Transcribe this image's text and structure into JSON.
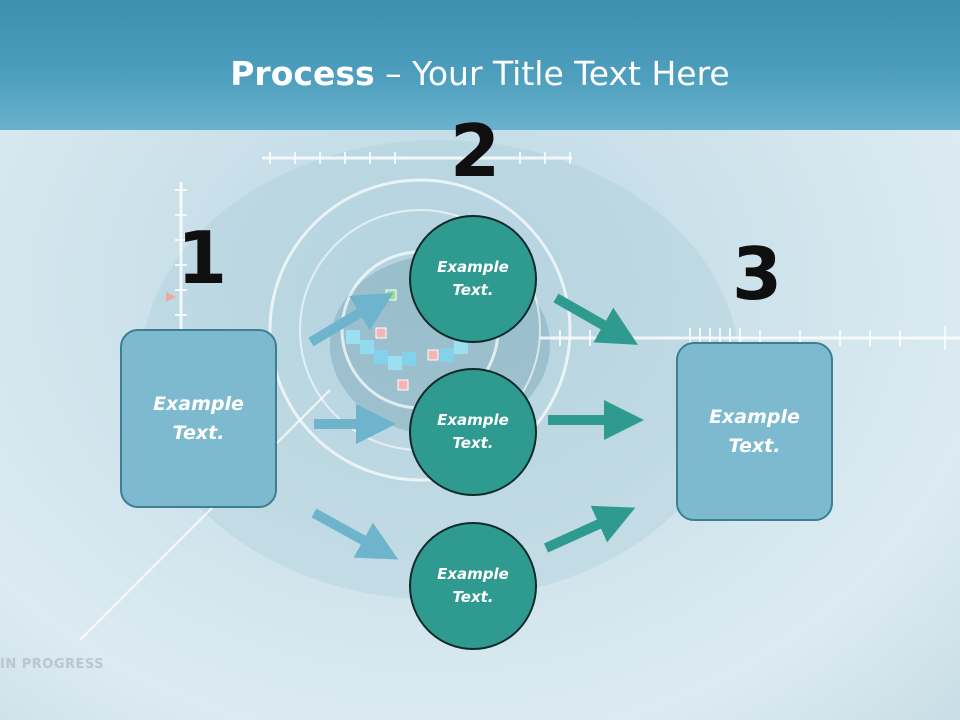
{
  "slide": {
    "title_bold": "Process",
    "title_rest": " – Your Title Text Here"
  },
  "steps": [
    {
      "number": "1"
    },
    {
      "number": "2"
    },
    {
      "number": "3"
    }
  ],
  "left_box": {
    "label": "Example Text."
  },
  "circles": [
    {
      "label": "Example Text."
    },
    {
      "label": "Example Text."
    },
    {
      "label": "Example Text."
    }
  ],
  "right_box": {
    "label": "Example Text."
  },
  "watermark": {
    "text": "IN PROGRESS"
  },
  "colors": {
    "header": "#4e9fbe",
    "box_fill": "#7dbad0",
    "circle_fill": "#2f9a8f",
    "arrow_light": "#6db4cc",
    "arrow_dark": "#2f9a8f"
  }
}
